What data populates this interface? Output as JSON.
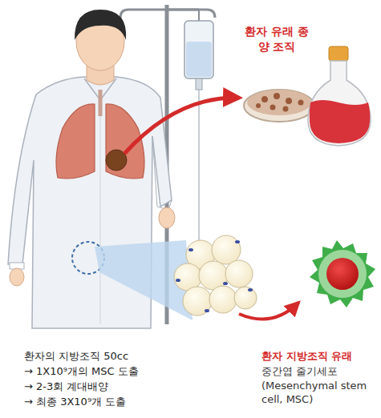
{
  "diagram": {
    "labels": [
      "환자 유래 종양 조직",
      "환자의 지방조직 50cc",
      "→ 1X10⁹개의 MSC 도출",
      "→ 2-3회 계대배양",
      "→ 최종 3X10⁹개 도출",
      "환자 지방조직 유래",
      "중간엽 줄기세포 (Mesenchymal stem cell, MSC)"
    ]
  }
}
